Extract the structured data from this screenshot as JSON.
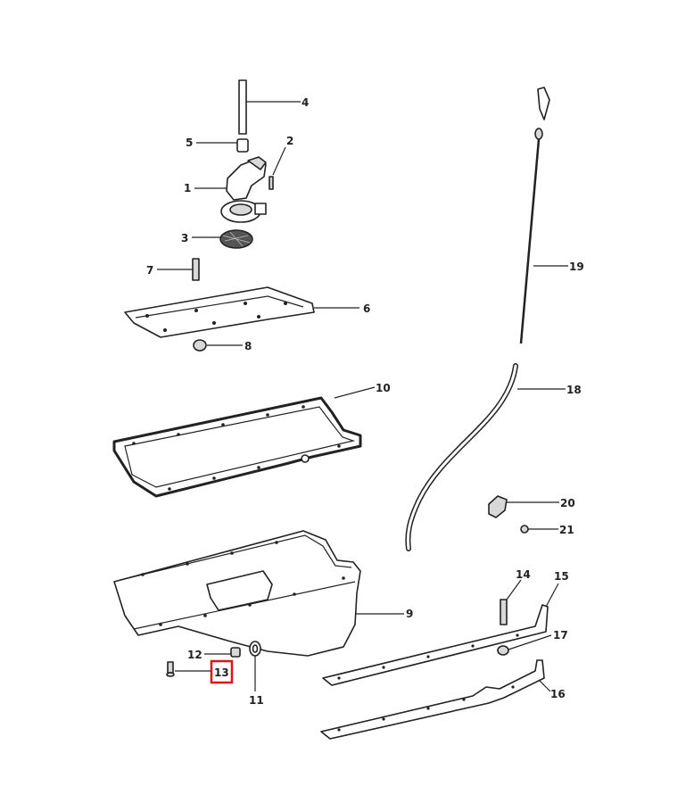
{
  "diagram": {
    "callouts": {
      "c1": "1",
      "c2": "2",
      "c3": "3",
      "c4": "4",
      "c5": "5",
      "c6": "6",
      "c7": "7",
      "c8": "8",
      "c9": "9",
      "c10": "10",
      "c11": "11",
      "c12": "12",
      "c13": "13",
      "c14": "14",
      "c15": "15",
      "c16": "16",
      "c17": "17",
      "c18": "18",
      "c19": "19",
      "c20": "20",
      "c21": "21"
    },
    "highlighted_callout": "13",
    "highlight_color": "#e0151b",
    "line_color": "#222222"
  }
}
